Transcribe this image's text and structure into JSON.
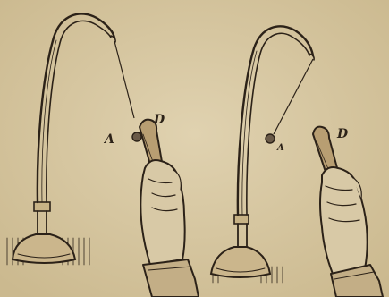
{
  "labels": {
    "left_ball": "A",
    "left_rod": "D",
    "right_ball": "A",
    "right_rod": "D"
  },
  "colors": {
    "paper": "#d8c9a6",
    "ink": "#2c2218"
  }
}
